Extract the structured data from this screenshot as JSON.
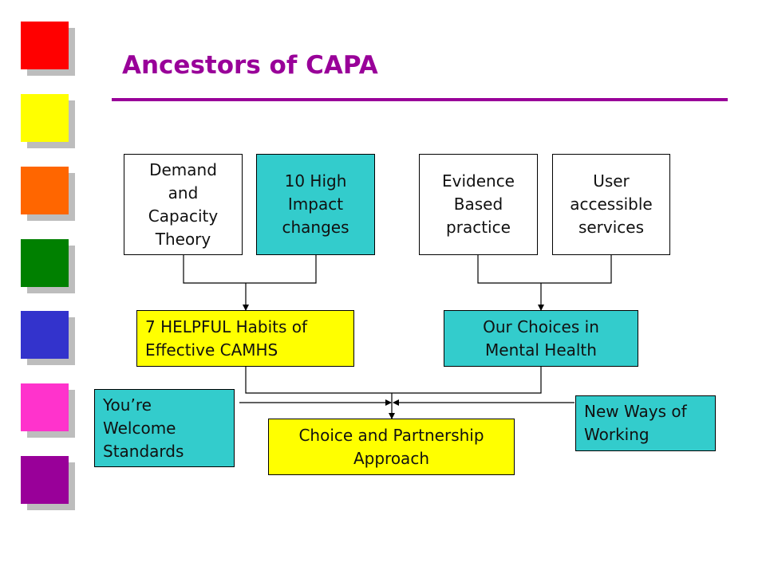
{
  "title": "Ancestors of CAPA",
  "colors": {
    "accent": "#990099",
    "teal": "#33cccc",
    "yellow": "#ffff00",
    "bullets": [
      "#ff0000",
      "#ffff00",
      "#ff6600",
      "#008000",
      "#3333cc",
      "#ff33cc",
      "#990099"
    ]
  },
  "boxes": {
    "demand": "Demand\nand\nCapacity\nTheory",
    "high_impact": "10 High\nImpact\nchanges",
    "evidence": "Evidence\nBased\npractice",
    "user_accessible": "User\naccessible\nservices",
    "helpful_habits": "7 HELPFUL Habits of\nEffective CAMHS",
    "our_choices": "Our Choices in\nMental Health",
    "youre_welcome": "You’re\nWelcome\nStandards",
    "choice_partnership": "Choice and Partnership\nApproach",
    "new_ways": "New Ways of\nWorking"
  }
}
